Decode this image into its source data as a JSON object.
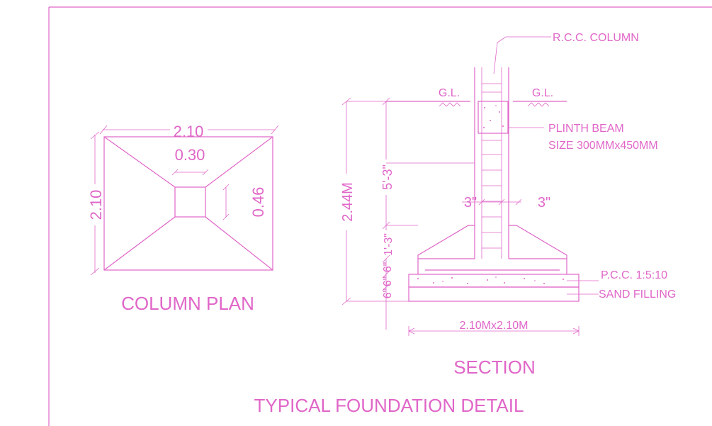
{
  "colors": {
    "line": "#e066c8",
    "background": "#ffffff"
  },
  "plan": {
    "top_dim": "2.10",
    "left_dim": "2.10",
    "col_width_dim": "0.30",
    "col_depth_dim": "0.46",
    "caption": "COLUMN PLAN"
  },
  "section": {
    "column_label": "R.C.C. COLUMN",
    "gl_left": "G.L.",
    "gl_right": "G.L.",
    "plinth_beam_line1": "PLINTH BEAM",
    "plinth_beam_line2": "SIZE 300MMx450MM",
    "dim_5_3": "5'-3\"",
    "dim_2_44": "2.44M",
    "dim_3_left": "3\"",
    "dim_3_right": "3\"",
    "dim_1_3": "1'-3\"",
    "dim_6_a": "6\"",
    "dim_6_b": "6\"",
    "dim_6_c": "6\"",
    "pcc_label": "P.C.C. 1:5:10",
    "sand_label": "SAND FILLING",
    "footing_dim": "2.10Mx2.10M",
    "caption": "SECTION"
  },
  "title": "TYPICAL FOUNDATION DETAIL"
}
